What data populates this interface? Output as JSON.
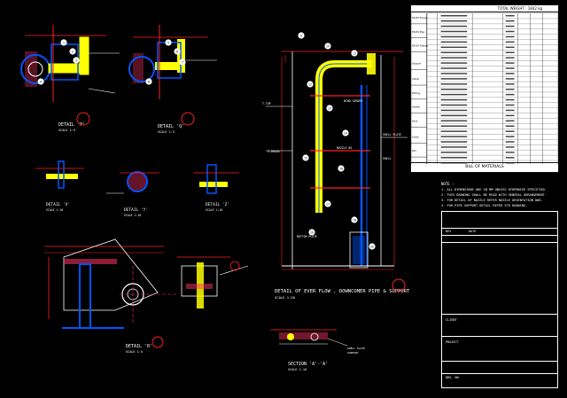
{
  "drawing": {
    "background": "#000000",
    "colors": {
      "pipe_fill": "#ffff00",
      "member": "#0055ff",
      "dimension": "#ff2020",
      "callout": "#ffffff",
      "hatch": "#ff3366",
      "centerline": "#ff3366",
      "steel": "#ffffff"
    }
  },
  "details": {
    "detail_1": {
      "title": "DETAIL 'P'",
      "scale": "SCALE 1:5"
    },
    "detail_2": {
      "title": "DETAIL 'Q'",
      "scale": "SCALE 1:5"
    },
    "detail_3": {
      "title": "DETAIL 'X'",
      "scale": "SCALE 1:10"
    },
    "detail_4": {
      "title": "DETAIL 'Y'",
      "scale": "SCALE 1:10"
    },
    "detail_5": {
      "title": "DETAIL 'Z'",
      "scale": "SCALE 1:10"
    },
    "detail_6": {
      "title": "DETAIL 'R'",
      "scale": "SCALE 1:5"
    },
    "main_view": {
      "title": "DETAIL OF EVER FLOW , DOWNCOMER PIPE & SUPPORT",
      "scale": "SCALE 1:20"
    },
    "section": {
      "title": "SECTION 'A'-'A'",
      "scale": "SCALE 1:10"
    }
  },
  "callouts": {
    "balloons": [
      "1",
      "2",
      "3",
      "4",
      "5",
      "6",
      "7",
      "8",
      "9",
      "10",
      "11",
      "12",
      "13",
      "14",
      "15",
      "16",
      "17",
      "18",
      "19",
      "20"
    ],
    "main_labels": [
      "V-DRAIN",
      "SHELL PLATE",
      "T-TOP",
      "BOTTOM PLATE",
      "WIND GIRDER",
      "SHELL",
      "NOZZLE N5"
    ],
    "section_labels": [
      "SHELL PLATE",
      "SUPPORT"
    ]
  },
  "bom": {
    "header": "TOTAL WEIGHT :   1842   kg",
    "title": "BILL OF MATERIALS",
    "group_labels": [
      "DN 80 Flange",
      "DN 80 Pipe",
      "DN 80 Fittings",
      "Support",
      "Clamp",
      "Bolting",
      "Gasket",
      "Shoe",
      "Guide",
      "Pad"
    ]
  },
  "notes": {
    "heading": "NOTE :",
    "lines": [
      "1. ALL DIMENSIONS ARE IN MM UNLESS OTHERWISE SPECIFIED.",
      "2. THIS DRAWING SHALL BE READ WITH GENERAL ARRANGEMENT.",
      "3. FOR DETAIL OF NOZZLE REFER NOZZLE ORIENTATION DWG.",
      "4. FOR PIPE SUPPORT DETAIL REFER STD DRAWING."
    ]
  },
  "title_block": {
    "rev_label": "REV",
    "date_label": "DATE",
    "client_label": "CLIENT",
    "project_label": "PROJECT",
    "drawing_no_label": "DRG. NO."
  }
}
